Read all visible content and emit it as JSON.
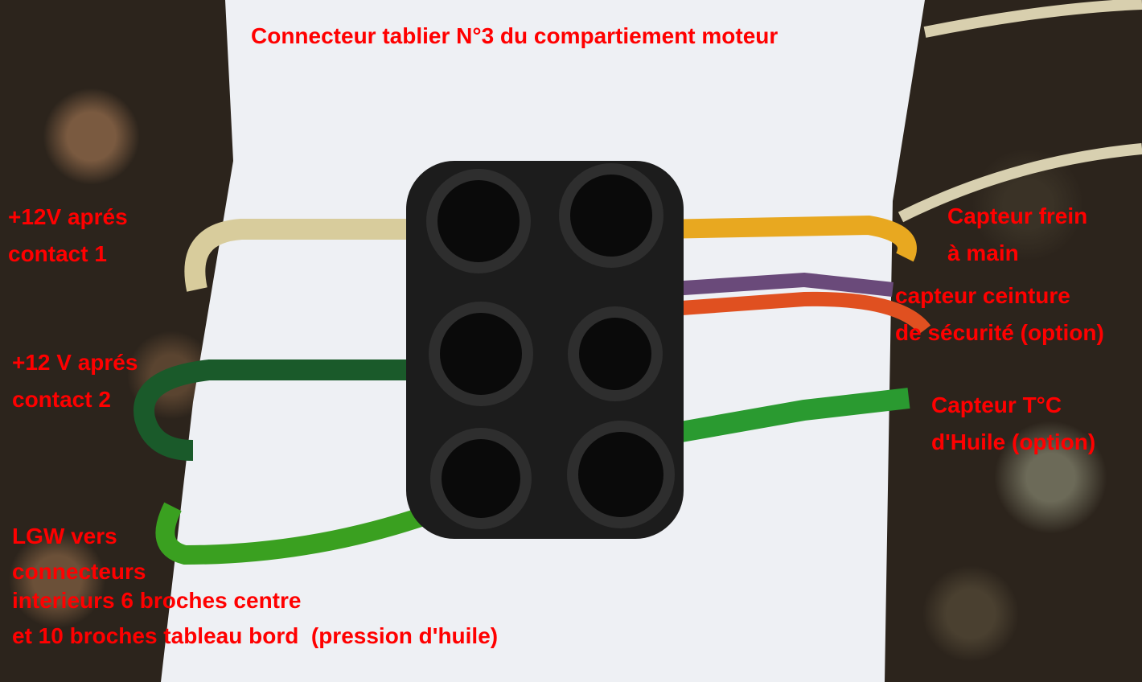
{
  "title": "Connecteur tablier N°3 du compartiement moteur",
  "labels": {
    "left_1": [
      "+12V aprés",
      "contact 1"
    ],
    "left_2": [
      "+12 V aprés",
      "contact 2"
    ],
    "left_3": [
      "LGW vers",
      "connecteurs",
      "interieurs 6 broches centre",
      "et 10 broches tableau bord  (pression d'huile)"
    ],
    "right_1": [
      "Capteur frein",
      "à main"
    ],
    "right_2": [
      "capteur ceinture",
      "de sécurité (option)"
    ],
    "right_3": [
      "Capteur T°C",
      "d'Huile (option)"
    ]
  },
  "colors": {
    "label": "#ff0000",
    "paper": "#f2f3f6",
    "connector": "#1c1c1c"
  }
}
